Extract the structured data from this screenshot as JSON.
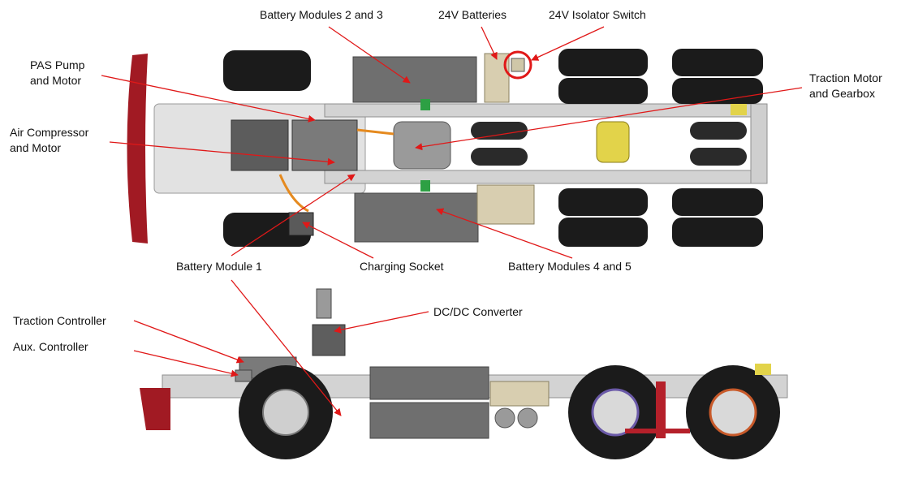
{
  "labels": {
    "battery_modules_2_3": "Battery Modules 2 and 3",
    "batteries_24v": "24V Batteries",
    "isolator_switch_24v": "24V Isolator Switch",
    "pas_pump_line1": "PAS Pump",
    "pas_pump_line2": "and Motor",
    "traction_motor_line1": "Traction Motor",
    "traction_motor_line2": "and Gearbox",
    "air_compressor_line1": "Air Compressor",
    "air_compressor_line2": "and Motor",
    "battery_module_1": "Battery Module 1",
    "charging_socket": "Charging Socket",
    "battery_modules_4_5": "Battery Modules 4 and 5",
    "traction_controller": "Traction Controller",
    "aux_controller": "Aux. Controller",
    "dcdc_converter": "DC/DC Converter"
  },
  "colors": {
    "leader_line": "#e01818",
    "chassis": "#c9c9c9",
    "battery": "#6f6f6f",
    "tyre": "#1b1b1b",
    "bumper": "#a11a23",
    "cream_box": "#d8ceb0"
  }
}
